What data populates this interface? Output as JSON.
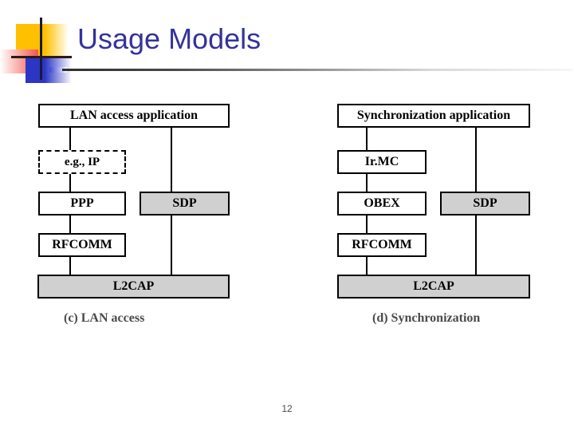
{
  "slide": {
    "title": "Usage Models",
    "page_number": "12",
    "title_color": "#333399",
    "box_fill_gray": "#d0d0d0",
    "box_fill_white": "#ffffff",
    "border_color": "#000000"
  },
  "logo": {
    "name": "decorative-squares-logo",
    "colors": {
      "yellow": "#FFC000",
      "blue": "#2B36C4",
      "red": "#F2564B",
      "crosshair": "#1a1a2e"
    }
  },
  "figure": {
    "panels": [
      {
        "id": "lan-access",
        "caption": "(c) LAN access",
        "nodes": [
          {
            "id": "lan-access-application",
            "label": "LAN access application",
            "fill": "white",
            "style": "solid"
          },
          {
            "id": "eg-ip",
            "label": "e.g., IP",
            "fill": "white",
            "style": "dashed"
          },
          {
            "id": "ppp",
            "label": "PPP",
            "fill": "white",
            "style": "solid"
          },
          {
            "id": "sdp",
            "label": "SDP",
            "fill": "gray",
            "style": "solid"
          },
          {
            "id": "rfcomm",
            "label": "RFCOMM",
            "fill": "white",
            "style": "solid"
          },
          {
            "id": "l2cap",
            "label": "L2CAP",
            "fill": "gray",
            "style": "solid"
          }
        ],
        "edges": [
          {
            "from": "lan-access-application",
            "to": "eg-ip"
          },
          {
            "from": "eg-ip",
            "to": "ppp"
          },
          {
            "from": "ppp",
            "to": "rfcomm"
          },
          {
            "from": "rfcomm",
            "to": "l2cap"
          },
          {
            "from": "lan-access-application",
            "to": "sdp"
          },
          {
            "from": "sdp",
            "to": "l2cap"
          }
        ]
      },
      {
        "id": "synchronization",
        "caption": "(d) Synchronization",
        "nodes": [
          {
            "id": "synchronization-application",
            "label": "Synchronization application",
            "fill": "white",
            "style": "solid"
          },
          {
            "id": "irmc",
            "label": "Ir.MC",
            "fill": "white",
            "style": "solid"
          },
          {
            "id": "obex",
            "label": "OBEX",
            "fill": "white",
            "style": "solid"
          },
          {
            "id": "sdp",
            "label": "SDP",
            "fill": "gray",
            "style": "solid"
          },
          {
            "id": "rfcomm",
            "label": "RFCOMM",
            "fill": "white",
            "style": "solid"
          },
          {
            "id": "l2cap",
            "label": "L2CAP",
            "fill": "gray",
            "style": "solid"
          }
        ],
        "edges": [
          {
            "from": "synchronization-application",
            "to": "irmc"
          },
          {
            "from": "irmc",
            "to": "obex"
          },
          {
            "from": "obex",
            "to": "rfcomm"
          },
          {
            "from": "rfcomm",
            "to": "l2cap"
          },
          {
            "from": "synchronization-application",
            "to": "sdp"
          },
          {
            "from": "sdp",
            "to": "l2cap"
          }
        ]
      }
    ]
  }
}
